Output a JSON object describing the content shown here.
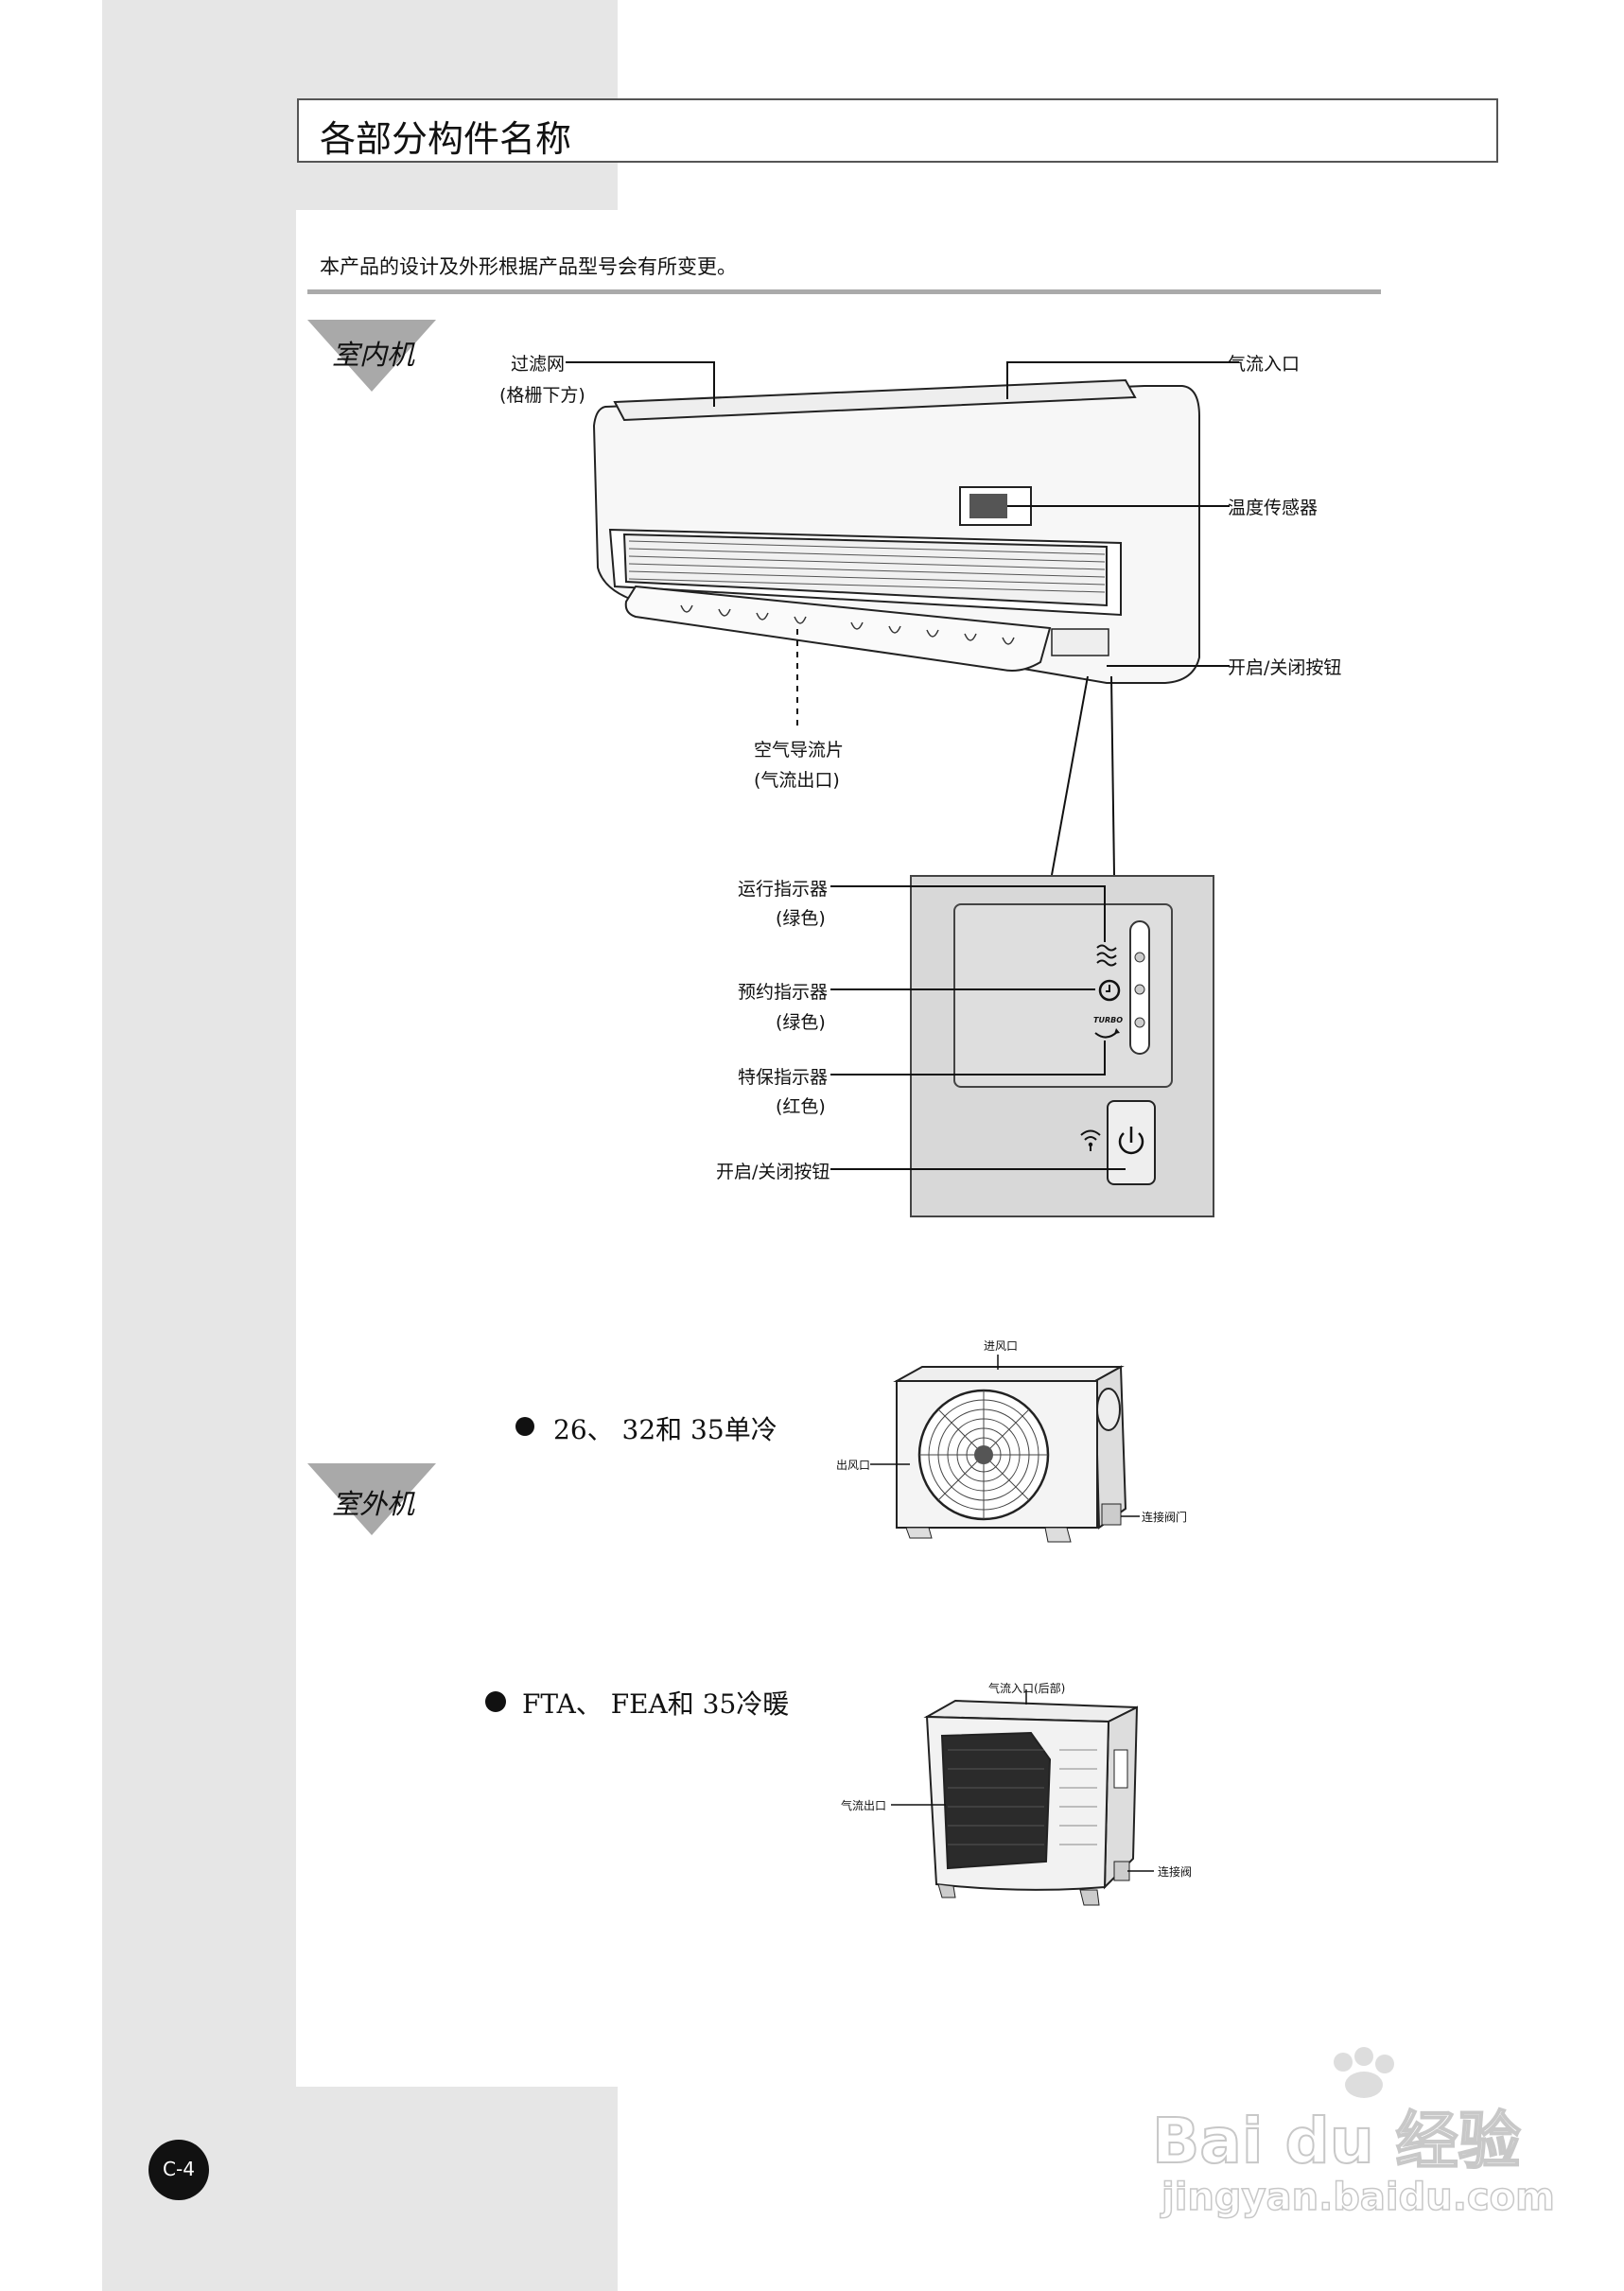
{
  "page": {
    "title": "各部分构件名称",
    "intro": "本产品的设计及外形根据产品型号会有所变更。",
    "page_number": "C-4"
  },
  "indoor": {
    "tag": "室内机",
    "labels": {
      "filter": "过滤网",
      "filter_sub": "(格栅下方)",
      "air_inlet": "气流入口",
      "temp_sensor": "温度传感器",
      "power_button": "开启/关闭按钮",
      "louver": "空气导流片",
      "louver_sub": "(气流出口)"
    },
    "panel": {
      "run_indicator": "运行指示器",
      "run_color": "(绿色)",
      "timer_indicator": "预约指示器",
      "timer_color": "(绿色)",
      "turbo_indicator": "特保指示器",
      "turbo_color": "(红色)",
      "power_button": "开启/关闭按钮",
      "turbo_text": "TURBO"
    }
  },
  "outdoor": {
    "tag": "室外机",
    "model_a": {
      "bullet": "26、 32和 35单冷",
      "inlet": "进风口",
      "outlet": "出风口",
      "valve": "连接阀门"
    },
    "model_b": {
      "bullet": "FTA、 FEA和 35冷暖",
      "inlet": "气流入口(后部)",
      "outlet": "气流出口",
      "valve": "连接阀"
    }
  },
  "watermark": {
    "brand": "Bai du 经验",
    "url": "jingyan.baidu.com"
  },
  "colors": {
    "side_band": "#e6e6e6",
    "panel_gray": "#d8d8d8",
    "tag_gray": "#a9a9a9",
    "border": "#555555"
  }
}
